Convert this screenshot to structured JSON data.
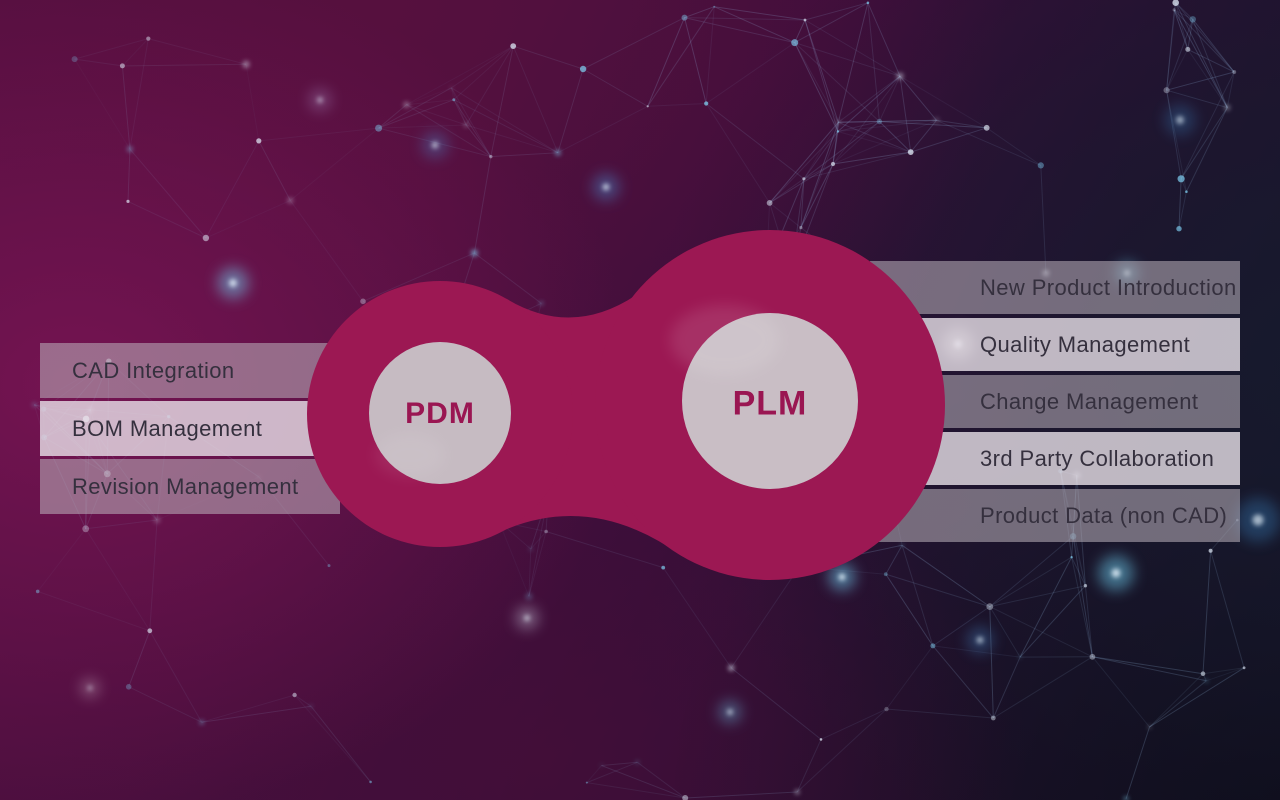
{
  "diagram": {
    "pdm": {
      "label": "PDM",
      "items": [
        "CAD Integration",
        "BOM Management",
        "Revision Management"
      ]
    },
    "plm": {
      "label": "PLM",
      "items": [
        "New Product Introduction",
        "Quality Management",
        "Change Management",
        "3rd Party Collaboration",
        "Product Data (non CAD)"
      ]
    },
    "colors": {
      "blob": "#9c1853",
      "inner_circle": "#c6bbc2",
      "inner_circle_plm": "#c9bec5",
      "node_label_text": "#9a1652",
      "bar_text": "#35303e"
    }
  }
}
